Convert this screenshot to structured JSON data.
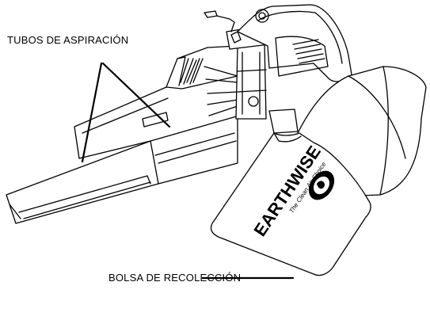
{
  "labels": {
    "tubes": "TUBOS DE ASPIRACIÓN",
    "bag": "BOLSA DE RECOLECCIÓN"
  },
  "logo": {
    "brand": "EARTHWISE",
    "tagline": "The Clean Air Choice"
  },
  "colors": {
    "stroke": "#000000",
    "background": "#ffffff"
  }
}
